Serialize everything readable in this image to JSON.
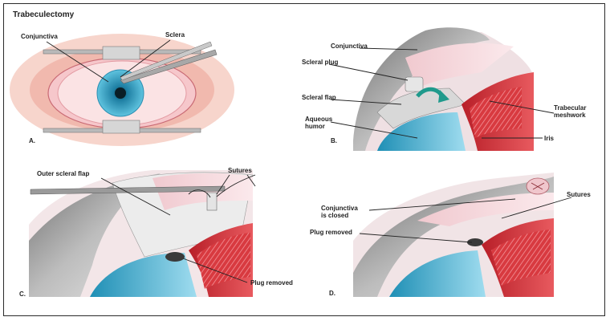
{
  "title": "Trabeculectomy",
  "panels": {
    "a": {
      "letter": "A.",
      "labels": {
        "conjunctiva": "Conjunctiva",
        "sclera": "Sclera"
      }
    },
    "b": {
      "letter": "B.",
      "labels": {
        "conjunctiva": "Conjunctiva",
        "scleral_plug": "Scleral plug",
        "scleral_flap": "Scleral flap",
        "aqueous_humor_1": "Aqueous",
        "aqueous_humor_2": "humor",
        "trabecular_meshwork_1": "Trabecular",
        "trabecular_meshwork_2": "meshwork",
        "iris": "Iris"
      }
    },
    "c": {
      "letter": "C.",
      "labels": {
        "outer_scleral_flap": "Outer scleral flap",
        "sutures": "Sutures",
        "plug_removed": "Plug removed"
      }
    },
    "d": {
      "letter": "D.",
      "labels": {
        "conjunctiva_closed_1": "Conjunctiva",
        "conjunctiva_closed_2": "is closed",
        "sutures": "Sutures",
        "plug_removed": "Plug removed"
      }
    }
  },
  "colors": {
    "skin": "#f4c6bd",
    "conjunctiva_pink": "#f6d3d8",
    "iris_blue": "#3aa9c9",
    "cornea_blue": "#8fd3e6",
    "sclera_gray": "#c8c8c8",
    "muscle_red": "#d9363c"
  }
}
